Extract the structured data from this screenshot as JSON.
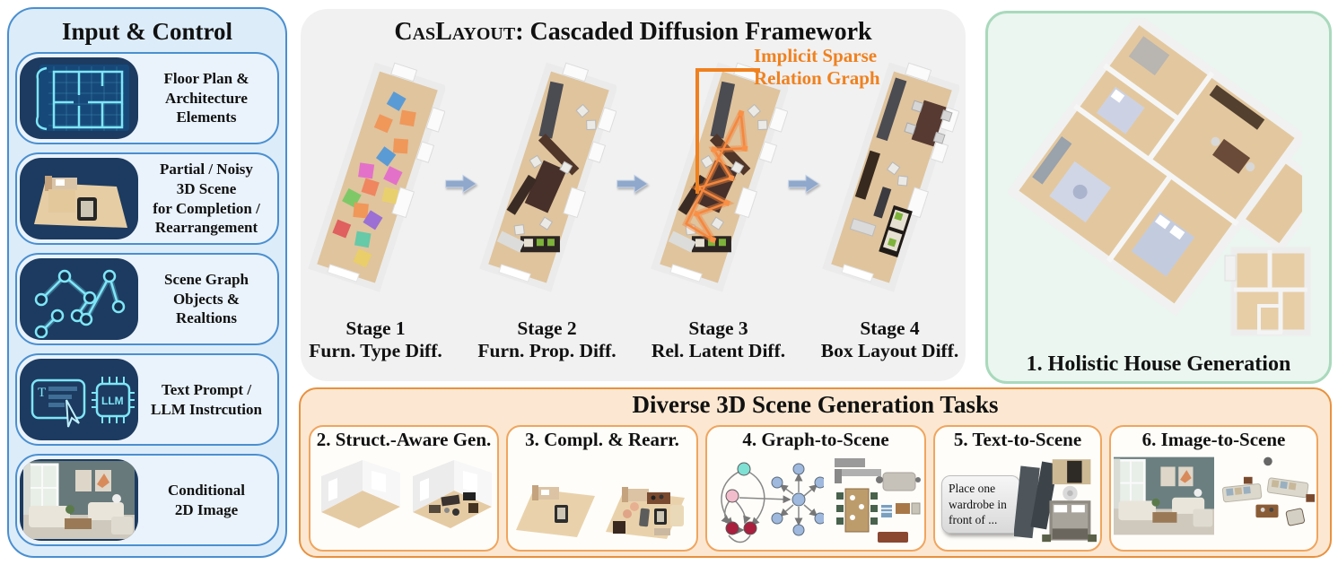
{
  "colors": {
    "accent_orange": "#F0811E",
    "left_border_blue": "#4A8FD0",
    "navy_tile": "#1D3B60",
    "cyan_glow": "#7EE6F7",
    "framework_bg": "#F1F1F2",
    "arrow_fill": "#8FA8CB",
    "green_border": "#A9D9BC",
    "green_bg": "#EAF6EF",
    "tasks_border": "#E8913F",
    "tasks_bg": "#FCE8D2",
    "floor_tan": "#DFC49D"
  },
  "left_panel": {
    "title": "Input & Control",
    "items": [
      {
        "icon": "blueprint-icon",
        "label": "Floor Plan &\nArchitecture\nElements"
      },
      {
        "icon": "partial-scene-icon",
        "label": "Partial / Noisy\n3D Scene\nfor Completion /\nRearrangement"
      },
      {
        "icon": "scene-graph-icon",
        "label": "Scene Graph\nObjects &\nRealtions"
      },
      {
        "icon": "text-prompt-llm-icon",
        "label": "Text Prompt /\nLLM Instrcution",
        "icon_letter": "T",
        "chip_label": "LLM"
      },
      {
        "icon": "room-photo",
        "label": "Conditional\n2D Image"
      }
    ]
  },
  "framework": {
    "title_brand": "CasLayout",
    "title_rest": ": Cascaded Diffusion Framework",
    "annotation": "Implicit Sparse\nRelation Graph",
    "stages": [
      {
        "name": "Stage 1",
        "subtitle": "Furn. Type Diff."
      },
      {
        "name": "Stage 2",
        "subtitle": "Furn. Prop. Diff."
      },
      {
        "name": "Stage 3",
        "subtitle": "Rel. Latent Diff."
      },
      {
        "name": "Stage 4",
        "subtitle": "Box Layout Diff."
      }
    ]
  },
  "house_panel": {
    "caption": "1. Holistic House Generation"
  },
  "tasks_panel": {
    "title": "Diverse 3D Scene Generation Tasks",
    "tasks": [
      {
        "caption": "2. Struct.-Aware Gen."
      },
      {
        "caption": "3. Compl. & Rearr."
      },
      {
        "caption": "4. Graph-to-Scene"
      },
      {
        "caption": "5. Text-to-Scene",
        "bubble_text": "Place one wardrobe in front of ..."
      },
      {
        "caption": "6. Image-to-Scene"
      }
    ]
  }
}
